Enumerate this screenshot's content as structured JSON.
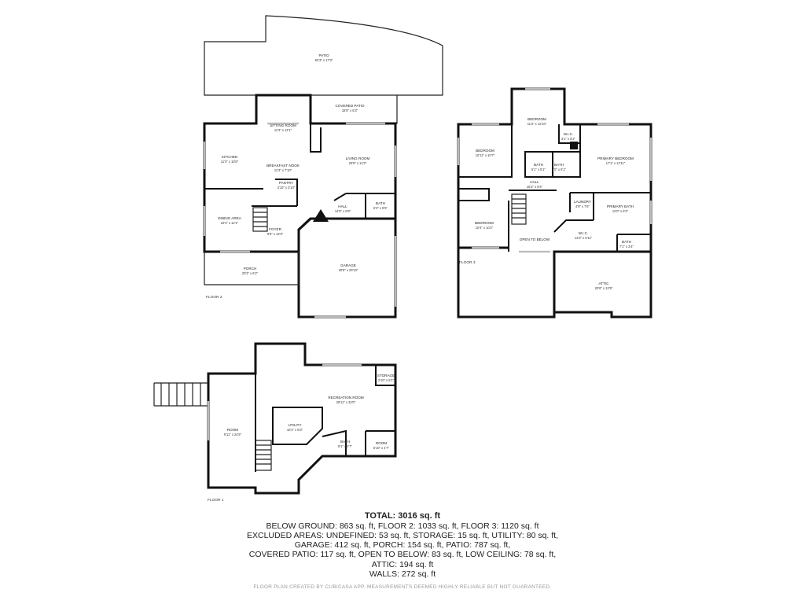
{
  "floor2": {
    "label": "FLOOR 2",
    "rooms": {
      "patio": {
        "name": "PATIO",
        "dims": "52'3\" x 17'3\""
      },
      "covered_patio": {
        "name": "COVERED PATIO",
        "dims": "18'8\" x 6'3\""
      },
      "sitting_room": {
        "name": "SITTING ROOM",
        "dims": "11'3\" x 12'1\""
      },
      "kitchen": {
        "name": "KITCHEN",
        "dims": "11'3\" x 10'8\""
      },
      "breakfast_nook": {
        "name": "BREAKFAST NOOK",
        "dims": "11'3\" x 7'10\""
      },
      "living_room": {
        "name": "LIVING ROOM",
        "dims": "20'8\" x 14'2\""
      },
      "pantry": {
        "name": "PANTRY",
        "dims": "4'10\" x 3'10\""
      },
      "hall": {
        "name": "HALL",
        "dims": "14'6\" x 6'8\""
      },
      "bath": {
        "name": "BATH",
        "dims": "6'3\" x 5'5\""
      },
      "dining_area": {
        "name": "DINING AREA",
        "dims": "10'4\" x 12'1\""
      },
      "foyer": {
        "name": "FOYER",
        "dims": "9'9\" x 13'3\""
      },
      "porch": {
        "name": "PORCH",
        "dims": "20'3\" x 6'2\""
      },
      "garage": {
        "name": "GARAGE",
        "dims": "20'8\" x 20'10\""
      }
    }
  },
  "floor3": {
    "label": "FLOOR 3",
    "rooms": {
      "bedroom_top": {
        "name": "BEDROOM",
        "dims": "11'3\" x 12'10\""
      },
      "bedroom_left": {
        "name": "BEDROOM",
        "dims": "10'11\" x 10'7\""
      },
      "wic_top": {
        "name": "W.I.C.",
        "dims": "3'1\" x 5'2\""
      },
      "primary_bedroom": {
        "name": "PRIMARY BEDROOM",
        "dims": "17'1\" x 13'11\""
      },
      "bath_a": {
        "name": "BATH",
        "dims": "5'1\" x 5'1\""
      },
      "bath_b": {
        "name": "BATH",
        "dims": "5'0\" x 5'1\""
      },
      "hall": {
        "name": "HALL",
        "dims": "16'2\" x 8'4\""
      },
      "laundry": {
        "name": "LAUNDRY",
        "dims": "4'9\" x 7'6\""
      },
      "primary_bath": {
        "name": "PRIMARY BATH",
        "dims": "12'0\" x 8'4\""
      },
      "bedroom_low": {
        "name": "BEDROOM",
        "dims": "10'4\" x 10'2\""
      },
      "open_to_below": {
        "name": "OPEN TO BELOW",
        "dims": ""
      },
      "wic_bottom": {
        "name": "W.I.C.",
        "dims": "12'3\" x 6'11\""
      },
      "bath_c": {
        "name": "BATH",
        "dims": "7'1\" x 3'4\""
      },
      "attic": {
        "name": "ATTIC",
        "dims": "20'8\" x 13'9\""
      }
    }
  },
  "floor1": {
    "label": "FLOOR 1",
    "rooms": {
      "storage": {
        "name": "STORAGE",
        "dims": "2'10\" x 5'1\""
      },
      "recreation_room": {
        "name": "RECREATION ROOM",
        "dims": "29'11\" x 32'0\""
      },
      "room_left": {
        "name": "ROOM",
        "dims": "9'11\" x 24'5\""
      },
      "utility": {
        "name": "UTILITY",
        "dims": "10'4\" x 8'3\""
      },
      "bath": {
        "name": "BATH",
        "dims": "9'1\" x 4'7\""
      },
      "room_small": {
        "name": "ROOM",
        "dims": "5'10\" x 4'7\""
      }
    }
  },
  "summary": {
    "total": "TOTAL: 3016 sq. ft",
    "lines": [
      "BELOW GROUND: 863 sq. ft, FLOOR 2: 1033 sq. ft, FLOOR 3: 1120 sq. ft",
      "EXCLUDED AREAS: UNDEFINED: 53 sq. ft, STORAGE: 15 sq. ft, UTILITY: 80 sq. ft,",
      "GARAGE: 412 sq. ft, PORCH: 154 sq. ft, PATIO: 787 sq. ft,",
      "COVERED PATIO: 117 sq. ft, OPEN TO BELOW: 83 sq. ft, LOW CEILING: 78 sq. ft,",
      "ATTIC: 194 sq. ft",
      "WALLS: 272 sq. ft"
    ],
    "disclaimer": "FLOOR PLAN CREATED BY CUBICASA APP. MEASUREMENTS DEEMED HIGHLY RELIABLE BUT NOT GUARANTEED."
  },
  "colors": {
    "wall": "#111111",
    "window": "#bbbbbb",
    "text": "#222222",
    "disclaimer": "#999999"
  }
}
